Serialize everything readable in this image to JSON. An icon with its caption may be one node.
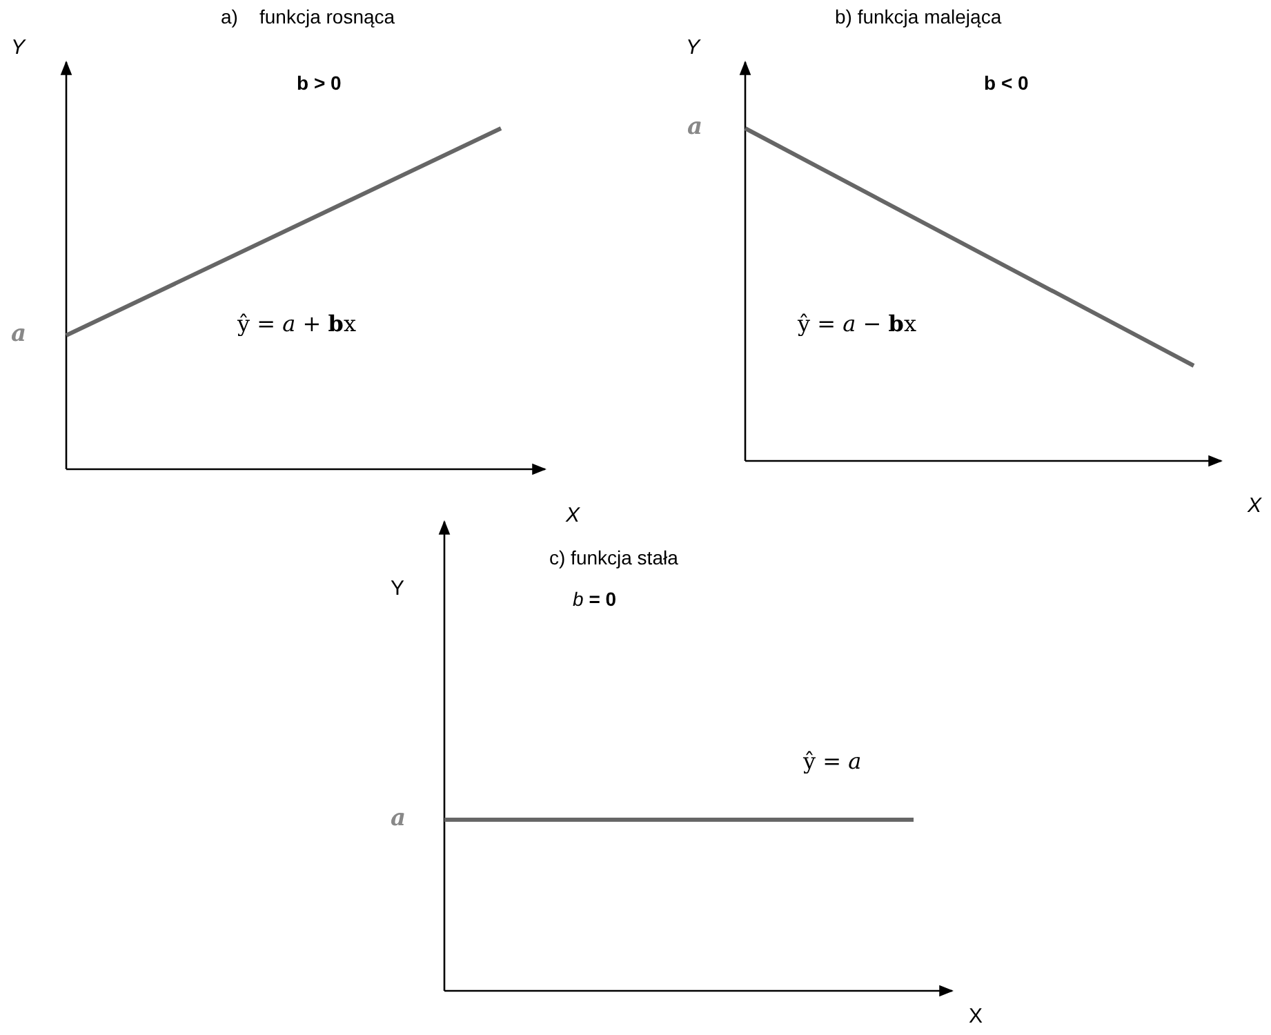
{
  "diagram": {
    "labels": [
      "a)    funkcja rosnąca",
      "Y",
      "**b** > 0",
      "a",
      "ŷ = *a* + **b**x",
      "X",
      "b) funkcja malejąca",
      "Y",
      "**b** < 0",
      "a",
      "ŷ = *a* − **b**x",
      "X",
      "c) funkcja stała",
      "Y",
      "*b* **= 0**",
      "a",
      "ŷ = *a*",
      "X"
    ]
  }
}
